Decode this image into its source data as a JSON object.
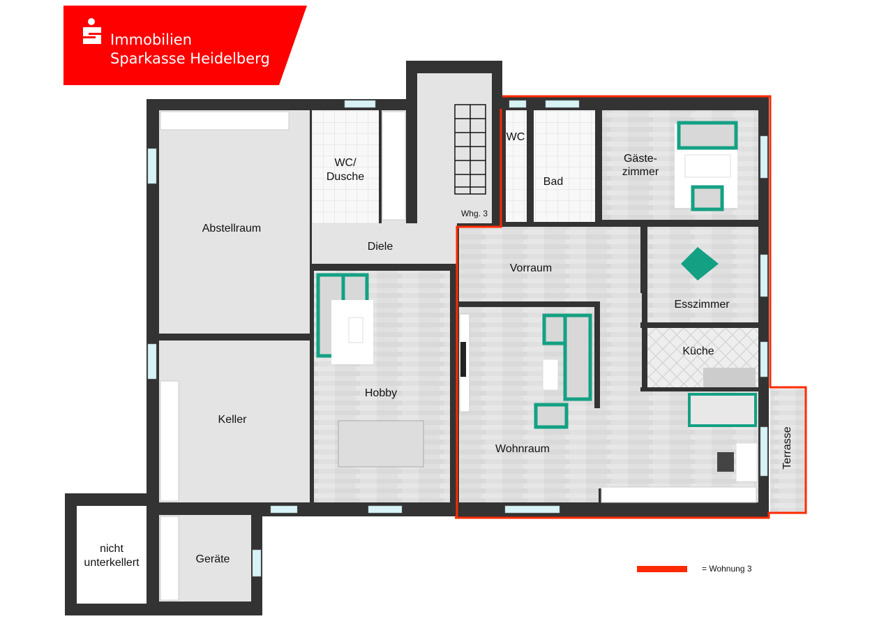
{
  "logo": {
    "line1": "Immobilien",
    "line2": "Sparkasse Heidelberg",
    "brand_color": "#ff0000",
    "icon": "sparkasse-s-icon"
  },
  "rooms": {
    "abstellraum": "Abstellraum",
    "wc_dusche_1": "WC/",
    "wc_dusche_2": "Dusche",
    "diele": "Diele",
    "whg3": "Whg. 3",
    "wc": "WC",
    "bad": "Bad",
    "gaeste_1": "Gäste-",
    "gaeste_2": "zimmer",
    "vorraum": "Vorraum",
    "esszimmer": "Esszimmer",
    "kueche": "Küche",
    "hobby": "Hobby",
    "keller": "Keller",
    "wohnraum": "Wohnraum",
    "terrasse": "Terrasse",
    "geraete": "Geräte",
    "nicht_1": "nicht",
    "nicht_2": "unterkellert"
  },
  "legend": {
    "text": "= Wohnung 3",
    "color": "#ff2a00"
  },
  "colors": {
    "wall": "#333333",
    "floor": "#e2e2e2",
    "tile": "#f7f7f7",
    "accent": "#14a083",
    "window": "#d8f3f6"
  }
}
